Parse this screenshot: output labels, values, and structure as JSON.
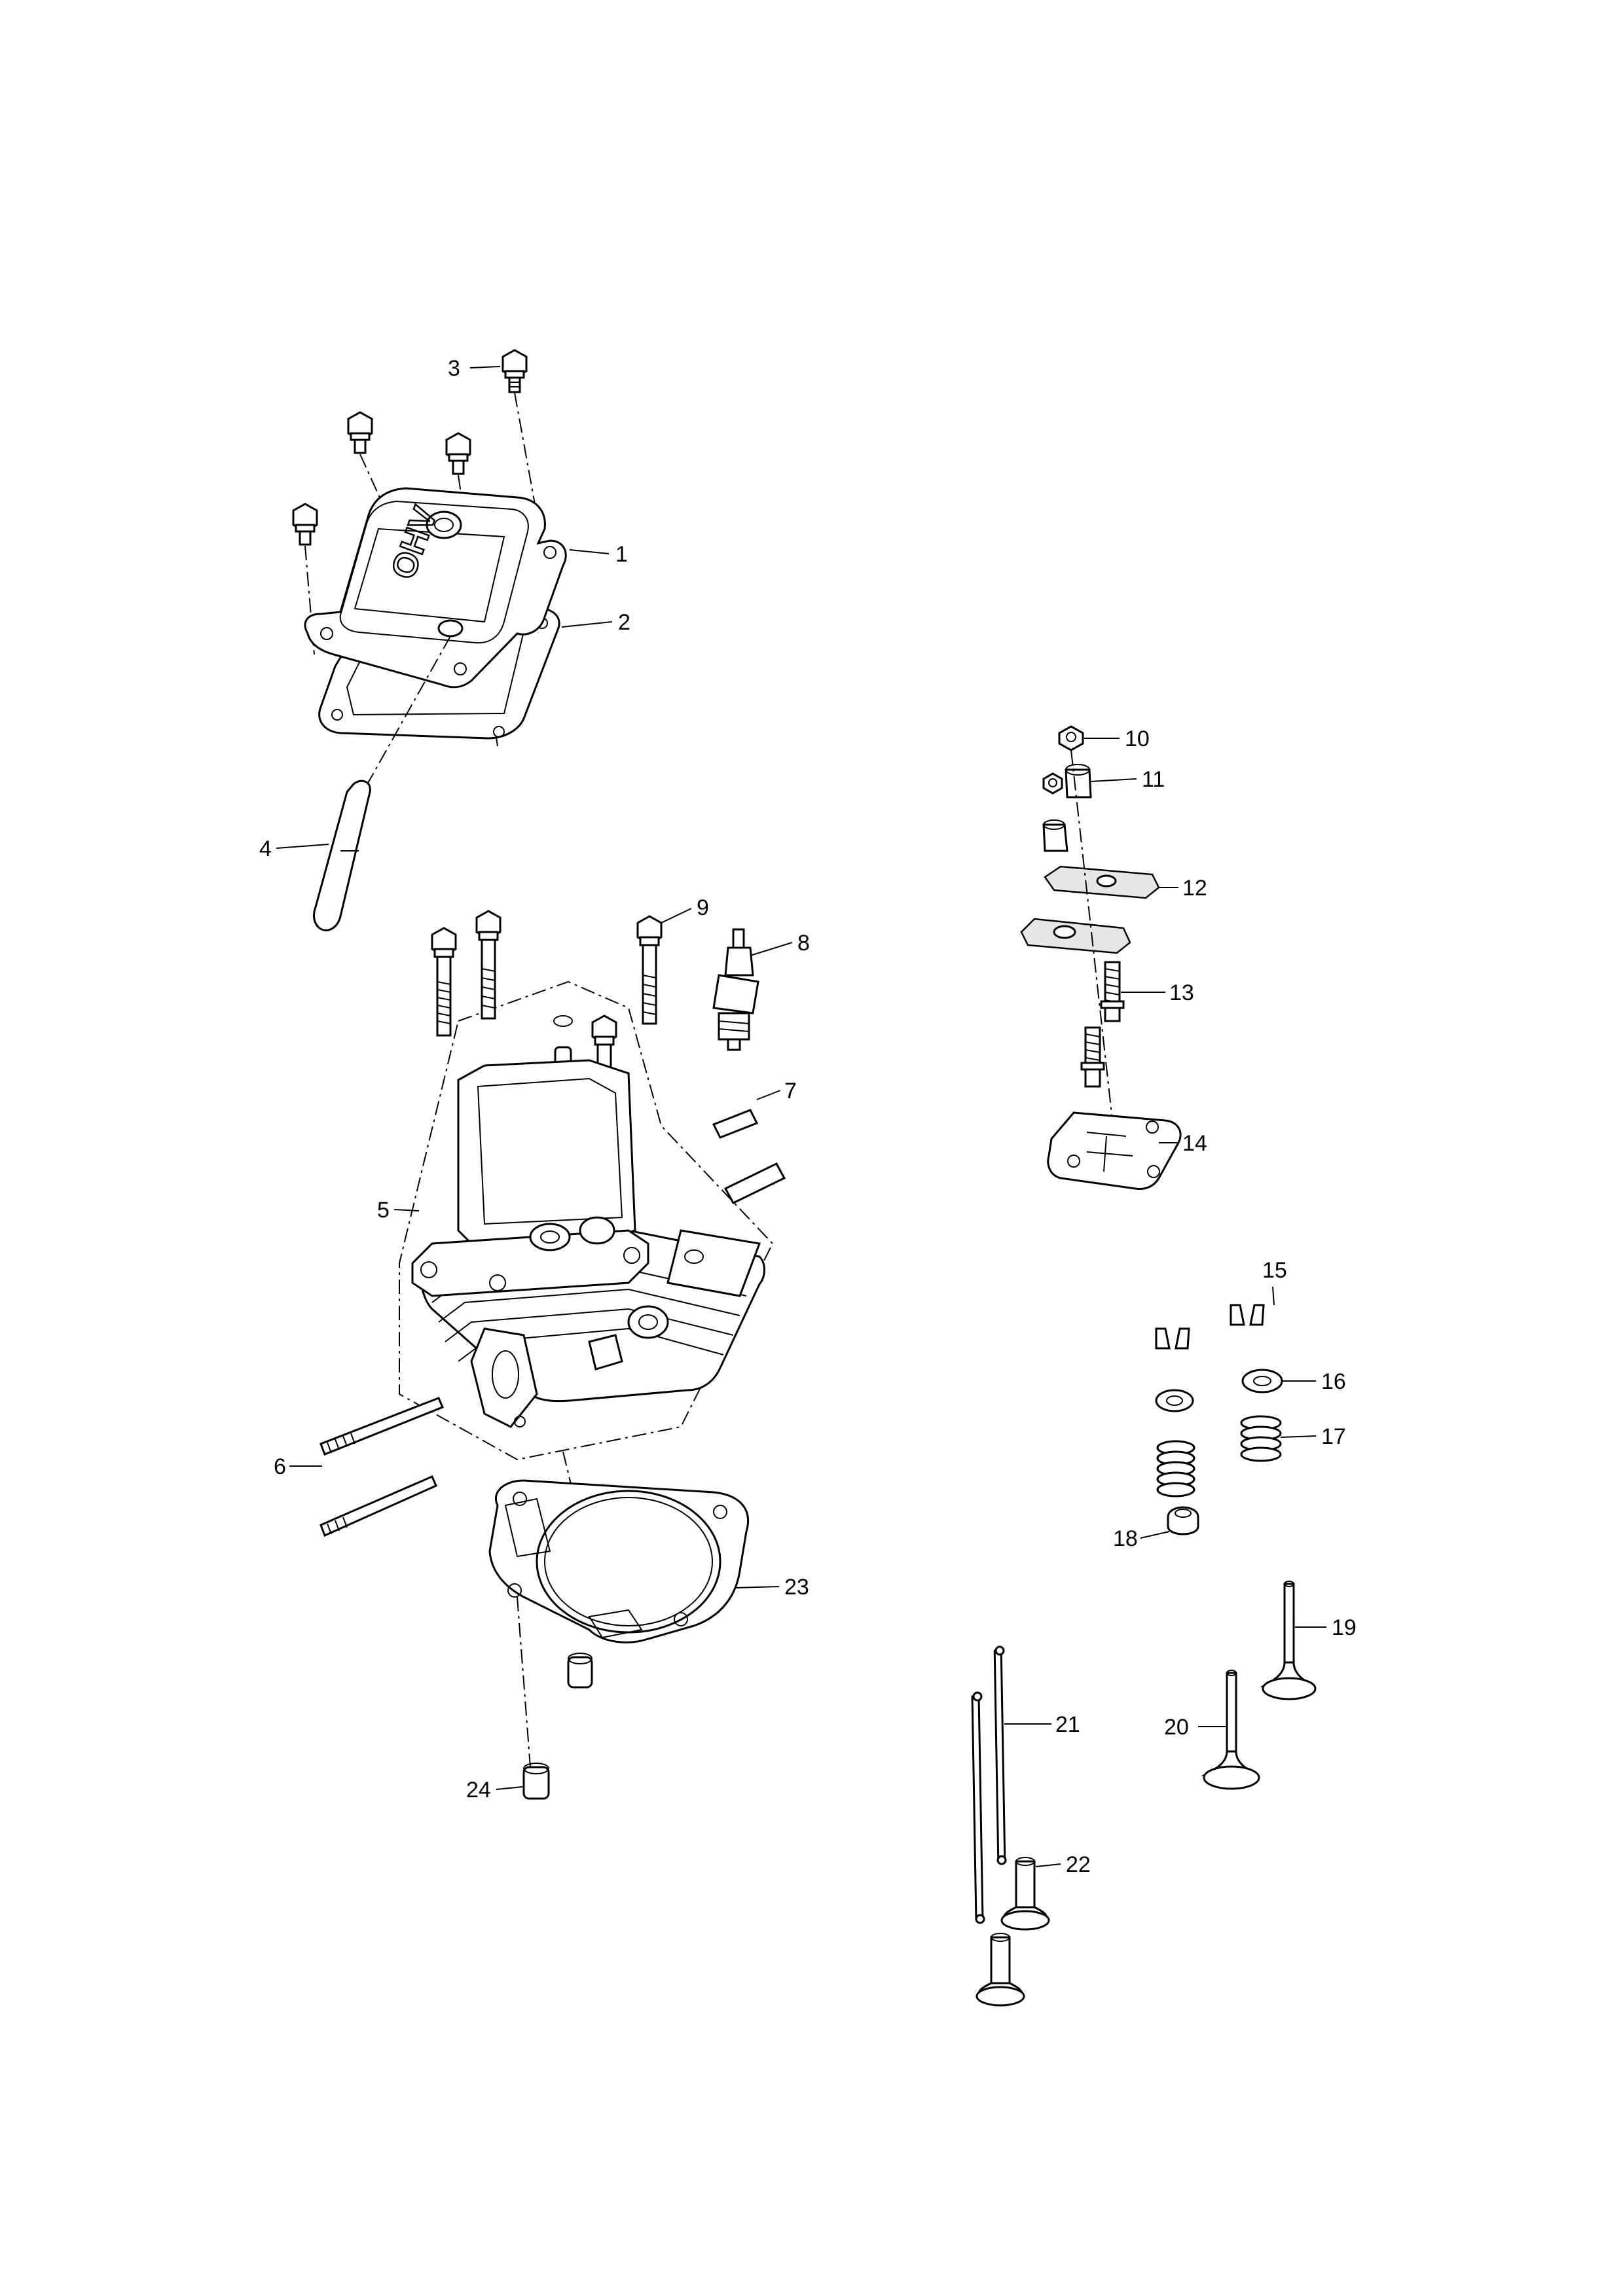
{
  "diagram": {
    "callouts": [
      "1",
      "2",
      "3",
      "4",
      "5",
      "6",
      "7",
      "8",
      "9",
      "10",
      "11",
      "12",
      "13",
      "14",
      "15",
      "16",
      "17",
      "18",
      "19",
      "20",
      "21",
      "22",
      "23",
      "24"
    ],
    "cover_logo_text": "OHV"
  }
}
